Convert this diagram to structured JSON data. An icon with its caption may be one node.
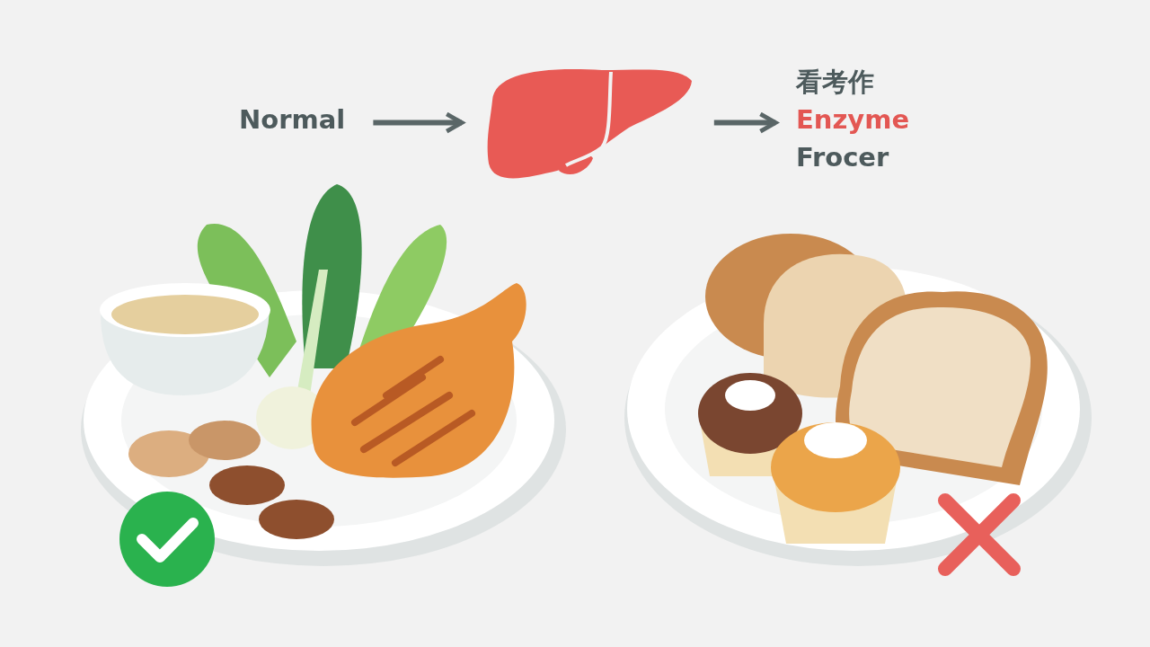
{
  "diagram": {
    "nodes": [
      {
        "text": [
          "Normal"
        ]
      },
      {
        "text": [],
        "shape": "picture"
      },
      {
        "text": [
          "看考作",
          "Enzyme",
          "Frocer"
        ]
      }
    ],
    "edges": [
      {
        "from": 0,
        "to": 1,
        "arrow": "to"
      },
      {
        "from": 1,
        "to": 2,
        "arrow": "to"
      }
    ]
  }
}
